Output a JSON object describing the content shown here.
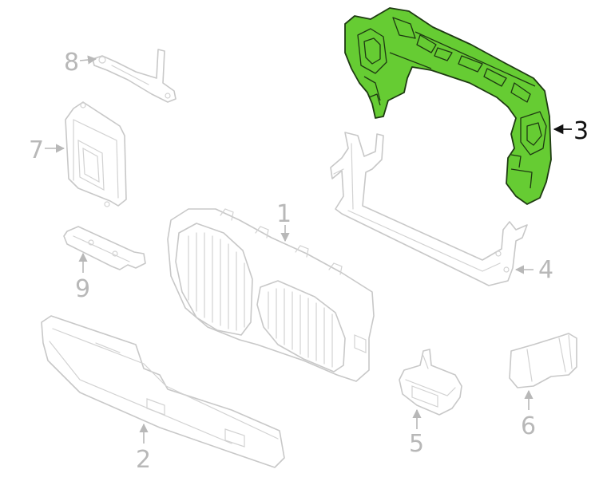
{
  "callouts": {
    "c1": "1",
    "c2": "2",
    "c3": "3",
    "c4": "4",
    "c5": "5",
    "c6": "6",
    "c7": "7",
    "c8": "8",
    "c9": "9"
  },
  "colors": {
    "highlight": "#66cc33",
    "highlight_outline": "#1e3a12",
    "line_art": "#c8c8c8",
    "callout_text": "#b8b8b8",
    "active_callout": "#111111"
  },
  "highlighted_part": "3"
}
